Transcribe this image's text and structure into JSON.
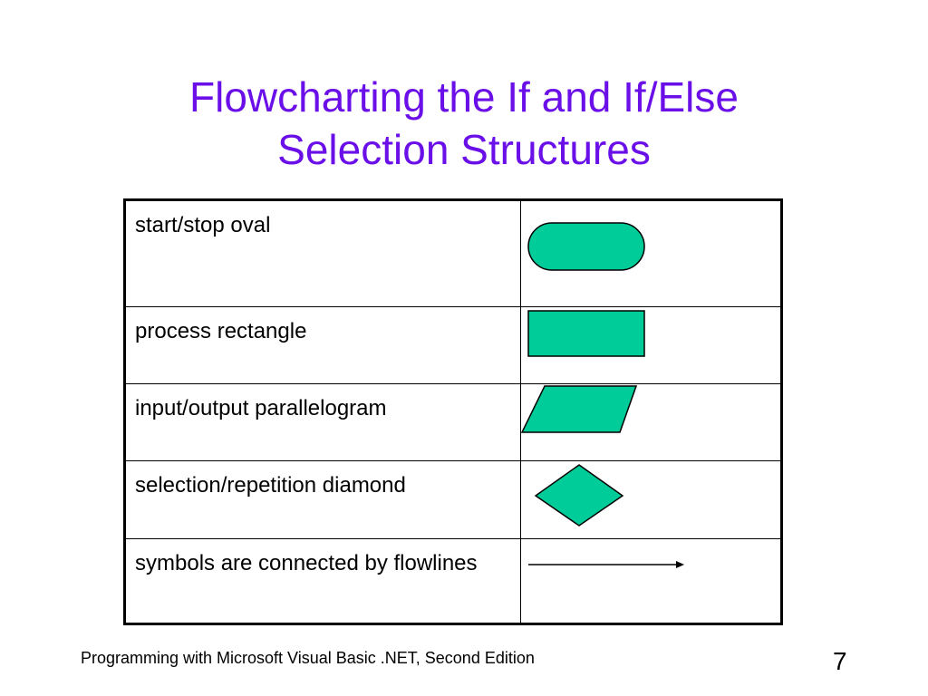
{
  "slide": {
    "title_line1": "Flowcharting the If and If/Else",
    "title_line2": "Selection Structures",
    "rows": [
      {
        "label": "start/stop oval",
        "symbol_icon": "oval-icon"
      },
      {
        "label": "process rectangle",
        "symbol_icon": "rectangle-icon"
      },
      {
        "label": "input/output parallelogram",
        "symbol_icon": "parallelogram-icon"
      },
      {
        "label": "selection/repetition diamond",
        "symbol_icon": "diamond-icon"
      },
      {
        "label": "symbols are connected by flowlines",
        "symbol_icon": "arrow-icon"
      }
    ],
    "footer": "Programming with Microsoft Visual Basic .NET, Second Edition",
    "page_number": "7"
  },
  "colors": {
    "title": "#6A0FE8",
    "shape_fill": "#00CC99",
    "outline": "#000000"
  }
}
